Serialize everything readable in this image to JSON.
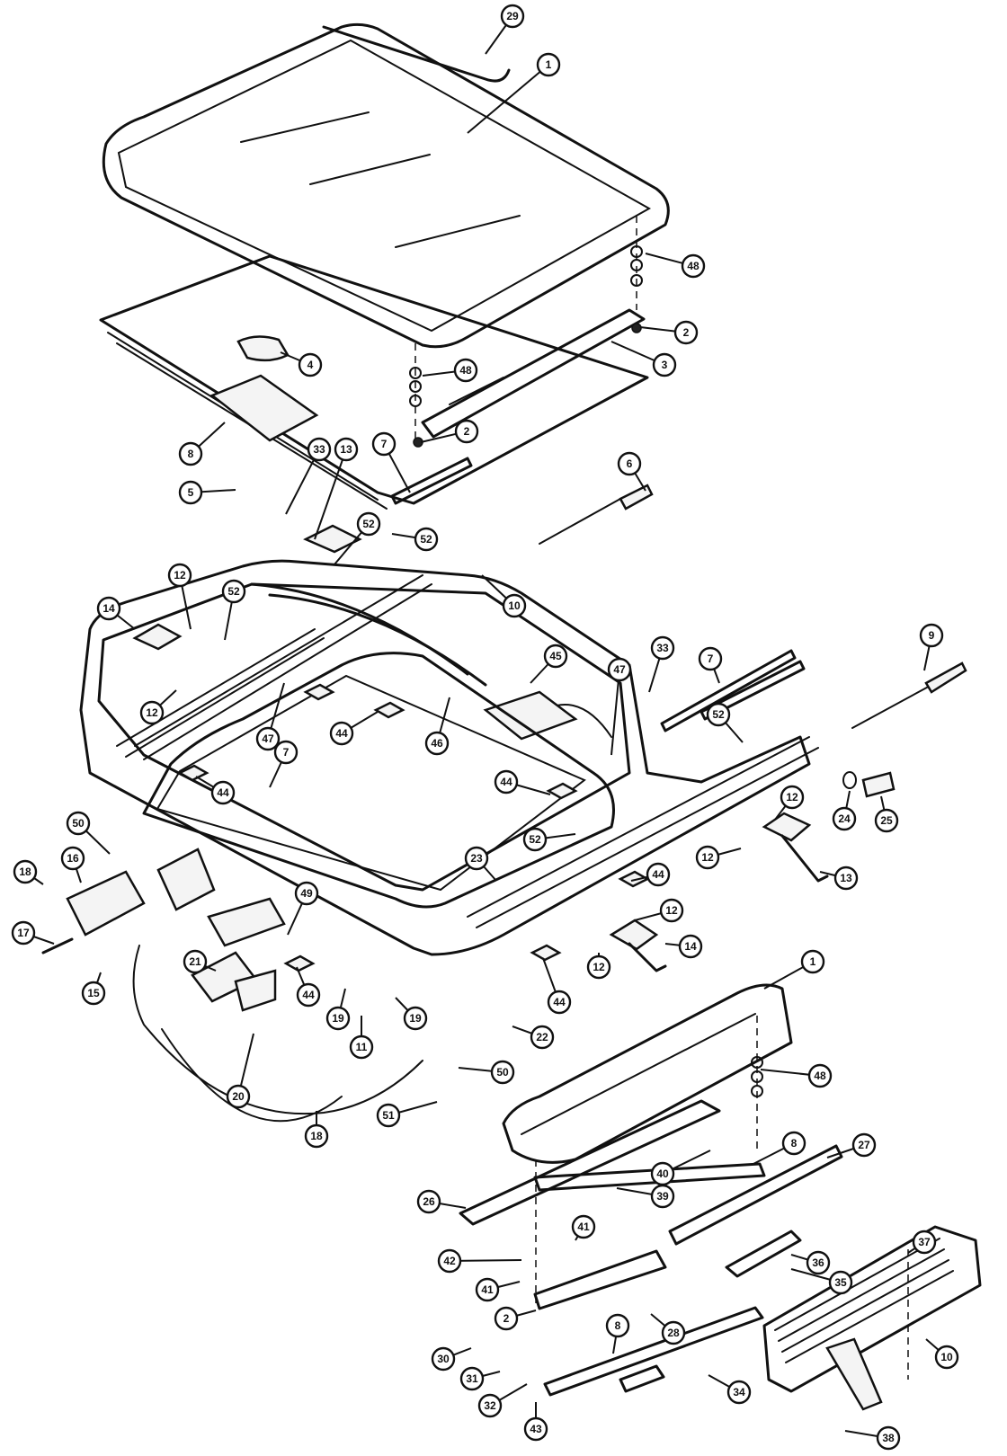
{
  "callouts": [
    {
      "id": "c29a",
      "num": "29"
    },
    {
      "id": "c1a",
      "num": "1"
    },
    {
      "id": "c48a",
      "num": "48"
    },
    {
      "id": "c2a",
      "num": "2"
    },
    {
      "id": "c3",
      "num": "3"
    },
    {
      "id": "c4",
      "num": "4"
    },
    {
      "id": "c48b",
      "num": "48"
    },
    {
      "id": "c2b",
      "num": "2"
    },
    {
      "id": "c6",
      "num": "6"
    },
    {
      "id": "c8a",
      "num": "8"
    },
    {
      "id": "c5",
      "num": "5"
    },
    {
      "id": "c33a",
      "num": "33"
    },
    {
      "id": "c13a",
      "num": "13"
    },
    {
      "id": "c7a",
      "num": "7"
    },
    {
      "id": "c52a",
      "num": "52"
    },
    {
      "id": "c52b",
      "num": "52"
    },
    {
      "id": "c10a",
      "num": "10"
    },
    {
      "id": "c12a",
      "num": "12"
    },
    {
      "id": "c52c",
      "num": "52"
    },
    {
      "id": "c14a",
      "num": "14"
    },
    {
      "id": "c12b",
      "num": "12"
    },
    {
      "id": "c45",
      "num": "45"
    },
    {
      "id": "c33b",
      "num": "33"
    },
    {
      "id": "c7b",
      "num": "7"
    },
    {
      "id": "c9",
      "num": "9"
    },
    {
      "id": "c47a",
      "num": "47"
    },
    {
      "id": "c47b",
      "num": "47"
    },
    {
      "id": "c46",
      "num": "46"
    },
    {
      "id": "c44a",
      "num": "44"
    },
    {
      "id": "c7c",
      "num": "7"
    },
    {
      "id": "c52d",
      "num": "52"
    },
    {
      "id": "c24",
      "num": "24"
    },
    {
      "id": "c25",
      "num": "25"
    },
    {
      "id": "c44b",
      "num": "44"
    },
    {
      "id": "c44c",
      "num": "44"
    },
    {
      "id": "c12c",
      "num": "12"
    },
    {
      "id": "c12d",
      "num": "12"
    },
    {
      "id": "c13b",
      "num": "13"
    },
    {
      "id": "c50a",
      "num": "50"
    },
    {
      "id": "c18a",
      "num": "18"
    },
    {
      "id": "c16",
      "num": "16"
    },
    {
      "id": "c49",
      "num": "49"
    },
    {
      "id": "c23",
      "num": "23"
    },
    {
      "id": "c52e",
      "num": "52"
    },
    {
      "id": "c44d",
      "num": "44"
    },
    {
      "id": "c12e",
      "num": "12"
    },
    {
      "id": "c14b",
      "num": "14"
    },
    {
      "id": "c12f",
      "num": "12"
    },
    {
      "id": "c17",
      "num": "17"
    },
    {
      "id": "c15",
      "num": "15"
    },
    {
      "id": "c21",
      "num": "21"
    },
    {
      "id": "c44e",
      "num": "44"
    },
    {
      "id": "c19a",
      "num": "19"
    },
    {
      "id": "c19b",
      "num": "19"
    },
    {
      "id": "c11",
      "num": "11"
    },
    {
      "id": "c22",
      "num": "22"
    },
    {
      "id": "c44f",
      "num": "44"
    },
    {
      "id": "c1b",
      "num": "1"
    },
    {
      "id": "c50b",
      "num": "50"
    },
    {
      "id": "c20",
      "num": "20"
    },
    {
      "id": "c51",
      "num": "51"
    },
    {
      "id": "c18b",
      "num": "18"
    },
    {
      "id": "c48c",
      "num": "48"
    },
    {
      "id": "c8b",
      "num": "8"
    },
    {
      "id": "c27",
      "num": "27"
    },
    {
      "id": "c40",
      "num": "40"
    },
    {
      "id": "c39",
      "num": "39"
    },
    {
      "id": "c26",
      "num": "26"
    },
    {
      "id": "c41a",
      "num": "41"
    },
    {
      "id": "c42",
      "num": "42"
    },
    {
      "id": "c41b",
      "num": "41"
    },
    {
      "id": "c36",
      "num": "36"
    },
    {
      "id": "c35",
      "num": "35"
    },
    {
      "id": "c37",
      "num": "37"
    },
    {
      "id": "c2c",
      "num": "2"
    },
    {
      "id": "c30",
      "num": "30"
    },
    {
      "id": "c28",
      "num": "28"
    },
    {
      "id": "c31",
      "num": "31"
    },
    {
      "id": "c8c",
      "num": "8"
    },
    {
      "id": "c10b",
      "num": "10"
    },
    {
      "id": "c32",
      "num": "32"
    },
    {
      "id": "c43",
      "num": "43"
    },
    {
      "id": "c34",
      "num": "34"
    },
    {
      "id": "c38",
      "num": "38"
    }
  ]
}
